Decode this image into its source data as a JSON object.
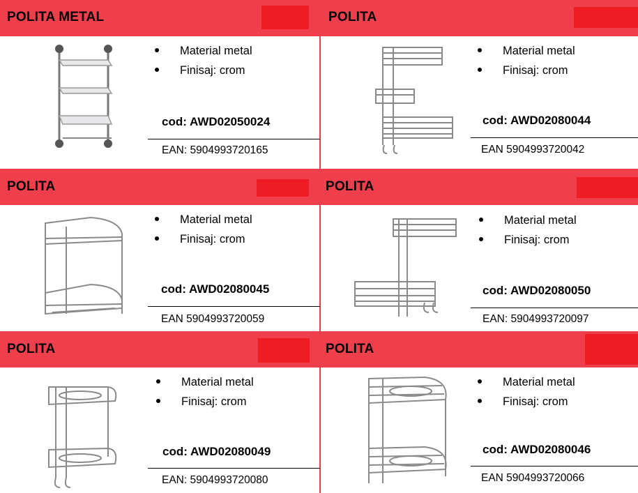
{
  "products": [
    {
      "title": "POLITA METAL",
      "features": [
        "Material metal",
        "Finisaj: crom"
      ],
      "code": "cod: AWD02050024",
      "ean": "EAN:  5904993720165",
      "image": "three-tier-glass-shelf-icon"
    },
    {
      "title": "POLITA",
      "features": [
        "Material metal",
        "Finisaj: crom"
      ],
      "code": "cod: AWD02080044",
      "ean": "EAN 5904993720042",
      "image": "wire-shelf-three-basket-icon"
    },
    {
      "title": "POLITA",
      "features": [
        "Material metal",
        "Finisaj: crom"
      ],
      "code": "cod: AWD02080045",
      "ean": "EAN   5904993720059",
      "image": "corner-wire-shelf-two-tier-icon"
    },
    {
      "title": "POLITA",
      "features": [
        "Material metal",
        "Finisaj: crom"
      ],
      "code": "cod:  AWD02080050",
      "ean": "EAN: 5904993720097",
      "image": "wire-shelf-two-basket-hooks-icon"
    },
    {
      "title": "POLITA",
      "features": [
        "Material metal",
        "Finisaj: crom"
      ],
      "code": "cod: AWD02080049",
      "ean": "EAN:  5904993720080",
      "image": "wire-shelf-two-tier-hooks-icon"
    },
    {
      "title": "POLITA",
      "features": [
        "Material metal",
        "Finisaj: crom"
      ],
      "code": "cod: AWD02080046",
      "ean": "EAN 5904993720066",
      "image": "corner-wire-shelf-tall-icon"
    }
  ],
  "colors": {
    "header": "#ef3f4d",
    "accent_block": "#ee1c25",
    "divider": "#e8404a"
  }
}
